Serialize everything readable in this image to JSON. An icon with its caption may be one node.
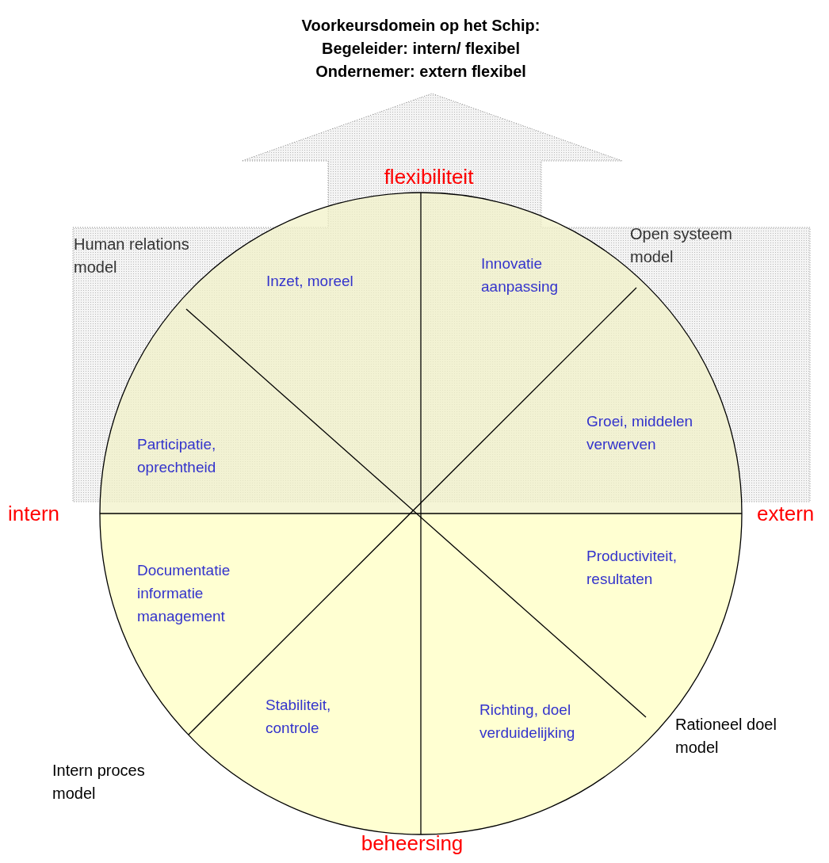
{
  "diagram": {
    "title": "Voorkeursdomein op het Schip:",
    "labels": [
      "Begeleider: intern/ flexibel",
      "Ondernemer: extern flexibel",
      "flexibiliteit",
      "Human relations model",
      "Open systeem model",
      "Inzet, moreel",
      "Innovatie aanpassing",
      "Groei, middelen verwerven",
      "Participatie, oprechtheid",
      "intern",
      "extern",
      "Productiviteit, resultaten",
      "Documentatie informatie management",
      "Stabiliteit, controle",
      "Richting, doel verduidelijking",
      "Rationeel doel model",
      "Intern proces model",
      "beheersing"
    ]
  }
}
